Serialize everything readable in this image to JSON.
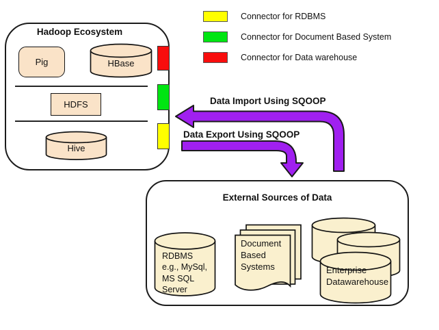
{
  "hadoop_box": {
    "title": "Hadoop Ecosystem",
    "pig_label": "Pig",
    "hbase_label": "HBase",
    "hdfs_label": "HDFS",
    "hive_label": "Hive"
  },
  "connector_strip": {
    "warehouse_color": "#F80D0D",
    "document_color": "#00E512",
    "rdbms_color": "#FFFF00"
  },
  "legend": {
    "items": [
      {
        "label": "Connector for RDBMS",
        "color": "#FFFF00"
      },
      {
        "label": "Connector for Document Based System",
        "color": "#00E512"
      },
      {
        "label": "Connector for Data warehouse",
        "color": "#F80D0D"
      }
    ]
  },
  "arrows": {
    "import_label": "Data Import Using SQOOP",
    "export_label": "Data Export Using SQOOP",
    "color": "#A020F0"
  },
  "external_box": {
    "title": "External Sources of Data",
    "rdbms_label": "RDBMS\ne.g., MySql,\nMS SQL\nServer",
    "documents_label": "Document\nBased\nSystems",
    "warehouse_label": "Enterprise\nDatawarehouse"
  },
  "shape_colors": {
    "hadoop_shape_fill": "#FAE3C8",
    "external_shape_fill": "#FAF0CE"
  }
}
